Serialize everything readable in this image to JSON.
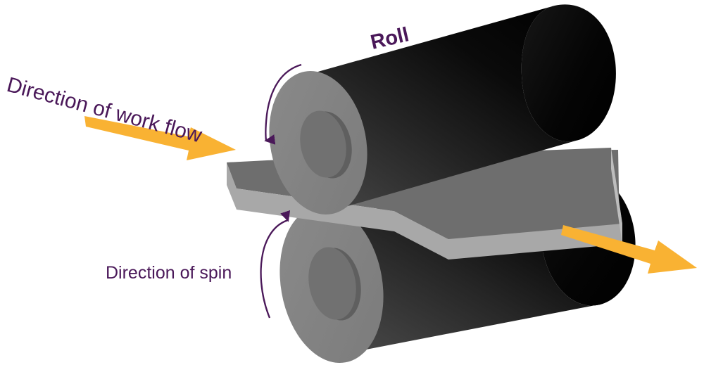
{
  "diagram": {
    "title": "Rolling mill process schematic",
    "background_color": "#ffffff"
  },
  "labels": {
    "roll": "Roll",
    "work_flow": "Direction of work flow",
    "spin": "Direction of spin"
  },
  "colors": {
    "label_purple": "#4a1859",
    "arrow_amber": "#f9b233",
    "roll_face_gray": "#808080",
    "roll_bore_gray": "#6e6e6e",
    "roll_body_dark": "#000000",
    "roll_body_light": "#3d3d3d",
    "sheet_top_gray": "#6e6e6e",
    "sheet_edge_gray": "#a8a8a8",
    "background": "#ffffff"
  },
  "elements": {
    "top_roll": "upper work roll",
    "bottom_roll": "lower work roll",
    "workpiece": "metal sheet workpiece",
    "inlet_arrow": "work flow inlet arrow",
    "outlet_arrow": "work flow outlet arrow",
    "top_spin_arrow": "top roll rotation arrow",
    "bottom_spin_arrow": "bottom roll rotation arrow"
  },
  "icons": {
    "inlet_arrow": "arrow-right-icon",
    "outlet_arrow": "arrow-right-icon",
    "top_spin_arrow": "curved-arrow-down-icon",
    "bottom_spin_arrow": "curved-arrow-up-icon"
  }
}
